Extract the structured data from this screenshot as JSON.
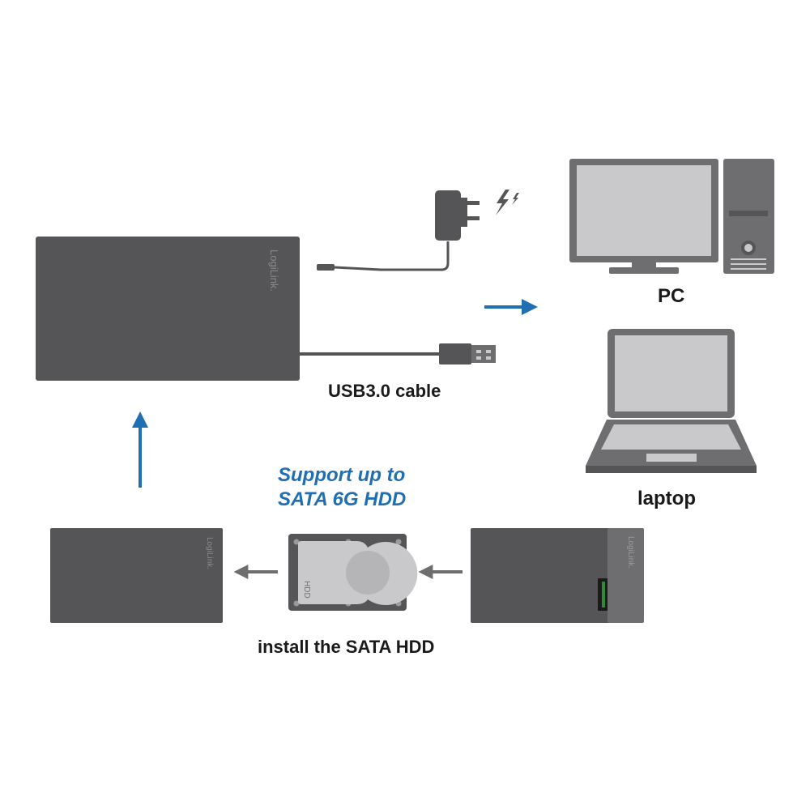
{
  "colors": {
    "device_dark": "#555557",
    "device_mid": "#6e6e70",
    "device_light": "#c9c9cb",
    "arrow_blue": "#1f6fb2",
    "arrow_gray": "#6e6e70",
    "text_dark": "#1a1a1a"
  },
  "labels": {
    "pc": "PC",
    "usb_cable": "USB3.0 cable",
    "laptop": "laptop",
    "install": "install the SATA HDD",
    "support_line1": "Support up to",
    "support_line2": "SATA 6G HDD"
  },
  "brand": {
    "enclosure_logo": "LogiLink.",
    "hdd_label": "HDD"
  },
  "icons": [
    "power-adapter-icon",
    "electricity-icon",
    "usb-plug-icon",
    "desktop-monitor-icon",
    "pc-tower-icon",
    "laptop-icon",
    "hard-disk-icon"
  ]
}
